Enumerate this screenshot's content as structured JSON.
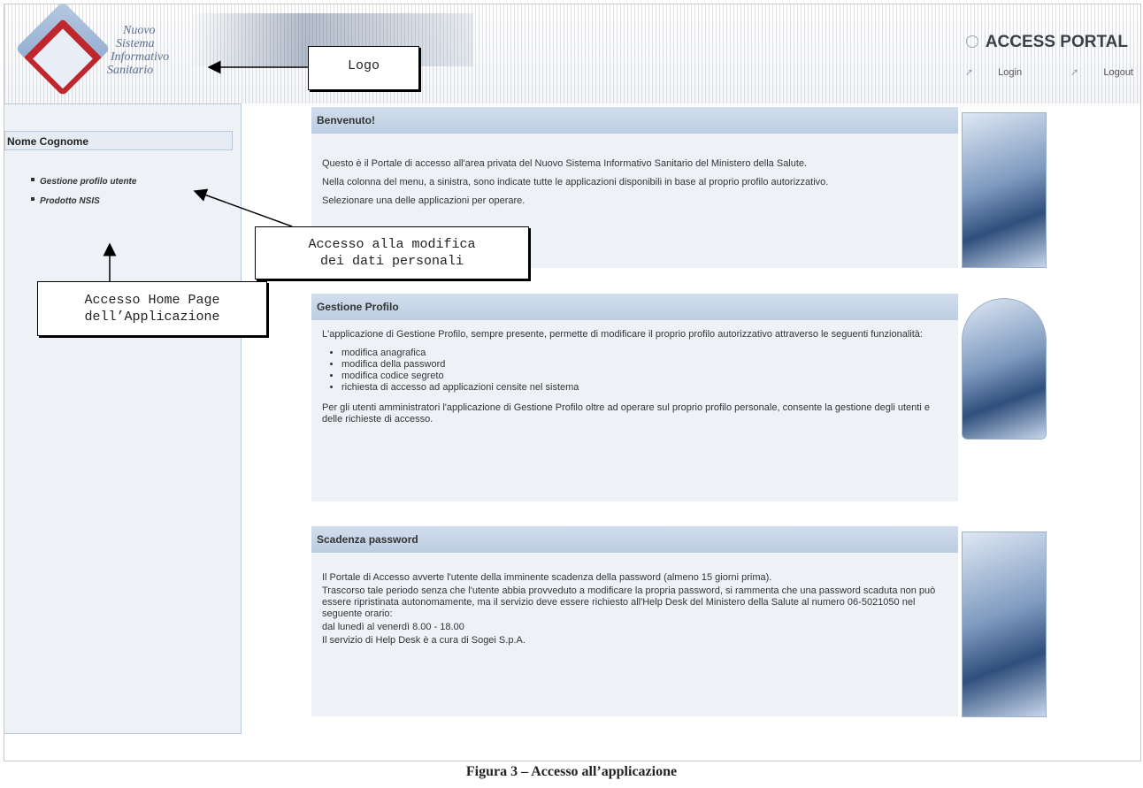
{
  "header": {
    "logo_lines": [
      "Nuovo",
      "Sistema",
      "Informativo",
      "Sanitario"
    ],
    "portal_title": "ACCESS PORTAL",
    "links": {
      "login": "Login",
      "logout": "Logout"
    }
  },
  "sidebar": {
    "user_name": "Nome Cognome",
    "menu": [
      {
        "label": "Gestione profilo utente"
      },
      {
        "label": "Prodotto NSIS"
      }
    ]
  },
  "sections": {
    "benvenuto": {
      "title": "Benvenuto!",
      "p1": "Questo è il Portale di accesso all'area privata del Nuovo Sistema Informativo Sanitario del Ministero della Salute.",
      "p2": "Nella colonna del menu, a sinistra, sono indicate tutte le applicazioni disponibili in base al proprio profilo autorizzativo.",
      "p3": "Selezionare una delle applicazioni per operare."
    },
    "gestione": {
      "title": "Gestione Profilo",
      "p1": "L'applicazione di Gestione Profilo, sempre presente, permette di modificare il proprio profilo autorizzativo attraverso le seguenti funzionalità:",
      "items": [
        "modifica anagrafica",
        "modifica della password",
        "modifica codice segreto",
        "richiesta di accesso ad applicazioni censite nel sistema"
      ],
      "p2": "Per gli utenti amministratori l'applicazione di Gestione Profilo oltre ad operare sul proprio profilo personale, consente la gestione degli utenti e delle richieste di accesso."
    },
    "scadenza": {
      "title": "Scadenza password",
      "p1": "Il Portale di Accesso avverte l'utente della imminente scadenza della password (almeno 15 giorni prima).",
      "p2": "Trascorso tale periodo senza che l'utente abbia provveduto a modificare la propria password, si rammenta che una password scaduta non può essere ripristinata autonomamente, ma il servizio deve essere richiesto all'Help Desk del Ministero della Salute al numero 06-5021050 nel seguente orario:",
      "p3": "dal lunedì al venerdì 8.00 - 18.00",
      "p4": "Il servizio di Help Desk è a cura di Sogei S.p.A."
    }
  },
  "callouts": {
    "logo": "Logo",
    "modifica_line1": "Accesso alla modifica",
    "modifica_line2": "dei dati personali",
    "home_line1": "Accesso Home Page",
    "home_line2": "dell’Applicazione"
  },
  "caption": "Figura 3 – Accesso all’applicazione"
}
